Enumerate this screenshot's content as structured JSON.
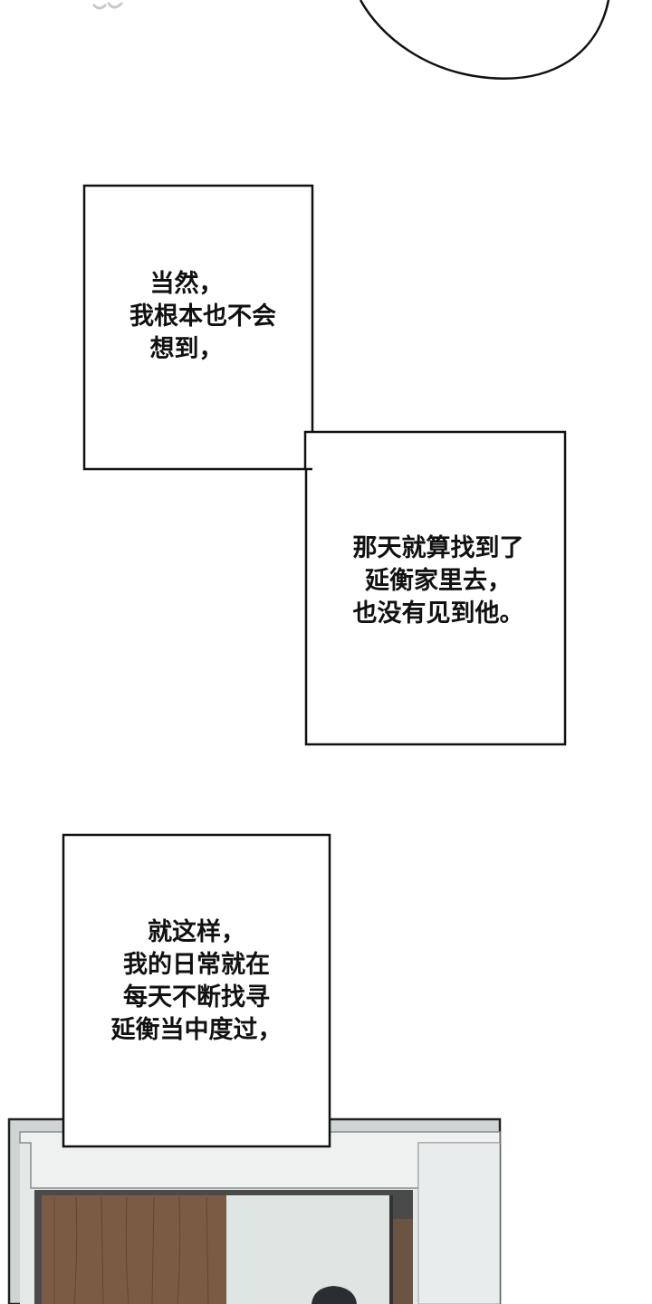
{
  "caption_1": {
    "lines": [
      "当然，",
      "我根本也不会",
      "想到，"
    ]
  },
  "caption_2": {
    "lines": [
      "那天就算找到了",
      "延衡家里去，",
      "也没有见到他。"
    ]
  },
  "caption_3": {
    "lines": [
      "就这样，",
      "我的日常就在",
      "每天不断找寻",
      "延衡当中度过，"
    ]
  },
  "colors": {
    "ink": "#111111",
    "wall": "#d8dcdc",
    "door_wood": "#7a5c44",
    "frame": "#3a3a3a"
  }
}
